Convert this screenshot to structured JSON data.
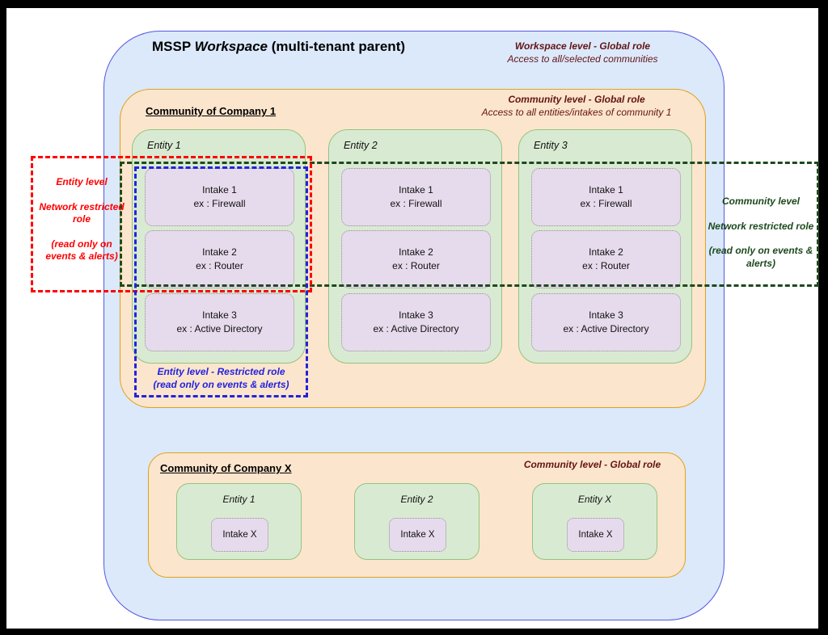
{
  "title": {
    "prefix": "MSSP",
    "name": "Workspace",
    "suffix": "(multi-tenant parent)"
  },
  "workspace_annotation": {
    "line1": "Workspace level - Global role",
    "line2": "Access to all/selected communities"
  },
  "community1": {
    "title": "Community of Company 1",
    "annotation": {
      "line1": "Community level - Global role",
      "line2": "Access to all entities/intakes of community 1"
    },
    "entities": [
      {
        "label": "Entity 1",
        "intakes": [
          {
            "line1": "Intake 1",
            "line2": "ex : Firewall"
          },
          {
            "line1": "Intake 2",
            "line2": "ex : Router"
          },
          {
            "line1": "Intake 3",
            "line2": "ex : Active Directory"
          }
        ]
      },
      {
        "label": "Entity 2",
        "intakes": [
          {
            "line1": "Intake 1",
            "line2": "ex : Firewall"
          },
          {
            "line1": "Intake 2",
            "line2": "ex : Router"
          },
          {
            "line1": "Intake 3",
            "line2": "ex : Active Directory"
          }
        ]
      },
      {
        "label": "Entity 3",
        "intakes": [
          {
            "line1": "Intake 1",
            "line2": "ex : Firewall"
          },
          {
            "line1": "Intake 2",
            "line2": "ex : Router"
          },
          {
            "line1": "Intake 3",
            "line2": "ex : Active Directory"
          }
        ]
      }
    ]
  },
  "communityX": {
    "title": "Community of Company X",
    "annotation": {
      "line1": "Community level - Global role"
    },
    "entities": [
      {
        "label": "Entity 1",
        "intake": "Intake X"
      },
      {
        "label": "Entity 2",
        "intake": "Intake X"
      },
      {
        "label": "Entity X",
        "intake": "Intake X"
      }
    ]
  },
  "overlays": {
    "red": {
      "color": "#ff0000",
      "line1": "Entity level",
      "line2": "Network restricted role",
      "line3": "(read only on events & alerts)"
    },
    "green": {
      "color": "#1d4a1d",
      "line1": "Community level",
      "line2": "Network restricted role",
      "line3": "(read only on events & alerts)"
    },
    "blue": {
      "color": "#2222dd",
      "line1": "Entity level - Restricted role",
      "line2": "(read only on events & alerts)"
    }
  },
  "colors": {
    "frame": "#000000",
    "page_bg": "#ffffff",
    "workspace_fill": "#dbe9fb",
    "workspace_stroke": "#5757e0",
    "community_fill": "#fce5cd",
    "community_stroke": "#e0a21b",
    "entity_fill": "#d9ead3",
    "entity_stroke": "#93c47d",
    "intake_fill": "#e6dbec",
    "intake_stroke": "#8f8f8f",
    "annotation_text": "#641414"
  }
}
